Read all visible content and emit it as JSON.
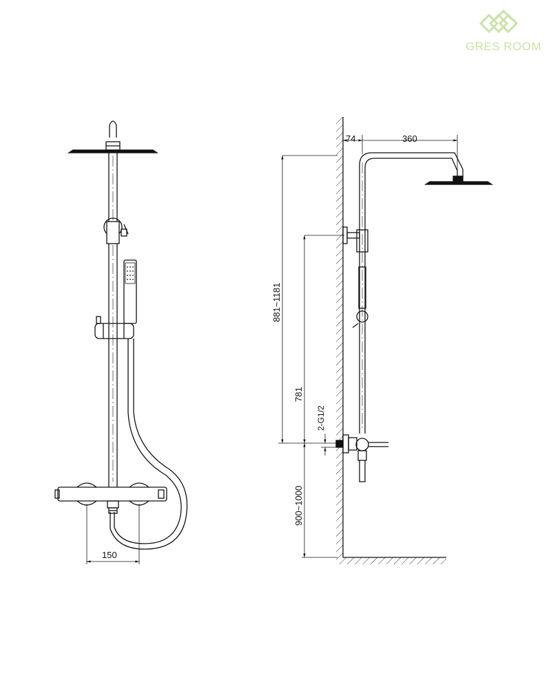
{
  "brand": {
    "name": "GRES ROOM",
    "color": "#c9e3a6",
    "icon": "diamond-logo-icon"
  },
  "front_view": {
    "dim_width": "150"
  },
  "side_view": {
    "dim_arm_offset": "74",
    "dim_arm_length": "360",
    "dim_total_height": "881~1181",
    "dim_bracket_height": "781",
    "dim_inlet": "2-G1/2",
    "dim_floor_height": "900~1000"
  },
  "colors": {
    "line": "#111111",
    "hatch": "#333333"
  }
}
